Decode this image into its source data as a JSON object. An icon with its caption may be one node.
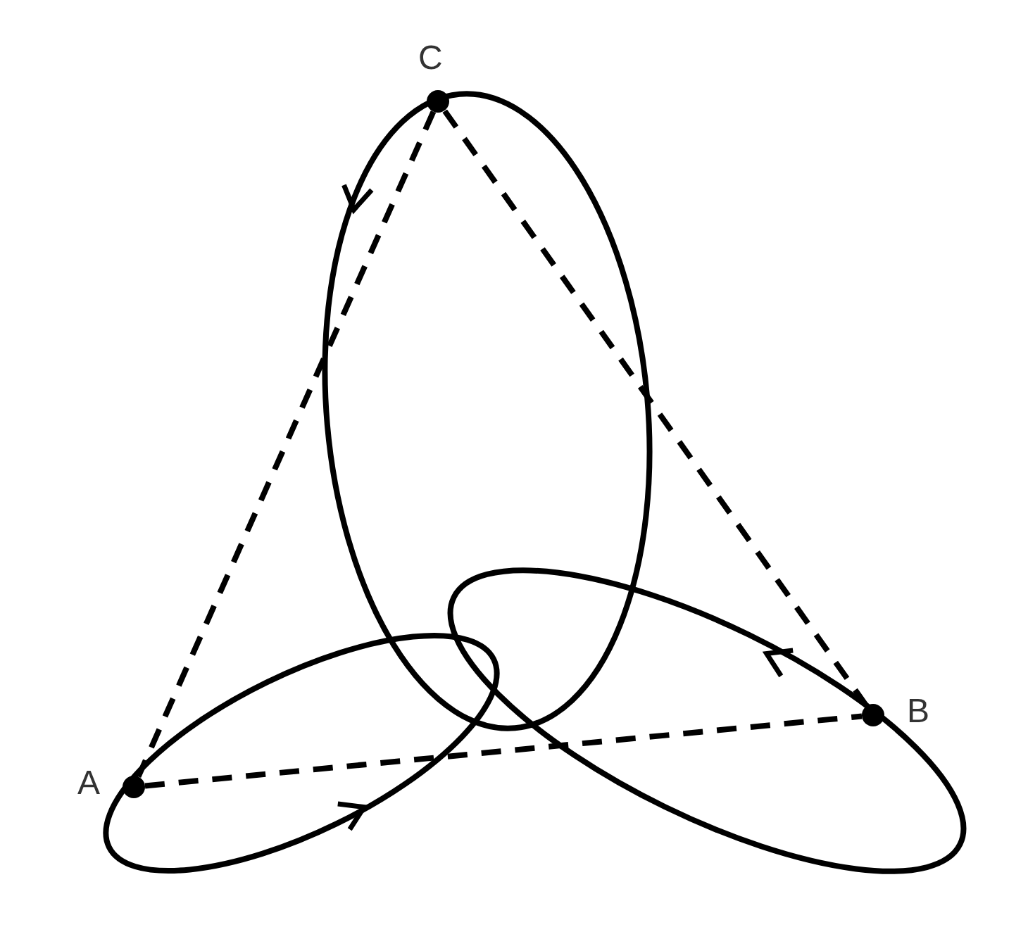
{
  "diagram": {
    "nodes": [
      {
        "text": [
          "C"
        ]
      },
      {
        "text": [
          "A"
        ]
      },
      {
        "text": [
          "B"
        ]
      }
    ],
    "edges": [
      {
        "from": 0,
        "to": 1,
        "arrow": "none",
        "style": "dashed"
      },
      {
        "from": 1,
        "to": 2,
        "arrow": "none",
        "style": "dashed"
      },
      {
        "from": 2,
        "to": 0,
        "arrow": "none",
        "style": "dashed"
      }
    ]
  }
}
